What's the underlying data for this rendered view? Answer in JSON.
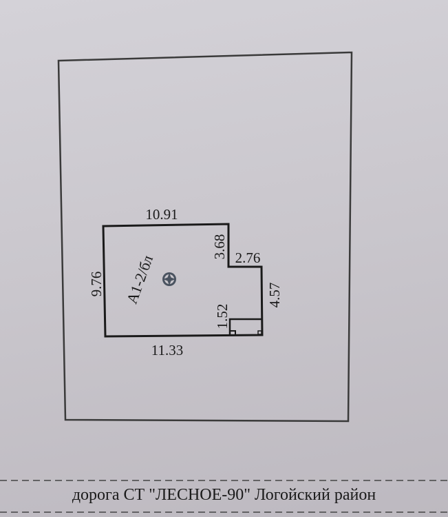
{
  "plan": {
    "parcel_label": "A1-2/бл",
    "dimensions": {
      "top": "10.91",
      "left": "9.76",
      "bottom": "11.33",
      "step_vertical": "3.68",
      "step_horizontal": "2.76",
      "right": "4.57",
      "porch": "1.52"
    }
  },
  "road_label": "дорога СТ \"ЛЕСНОЕ-90\" Логойский район",
  "colors": {
    "line": "#1a1a1a",
    "marker": "#4a5360"
  }
}
